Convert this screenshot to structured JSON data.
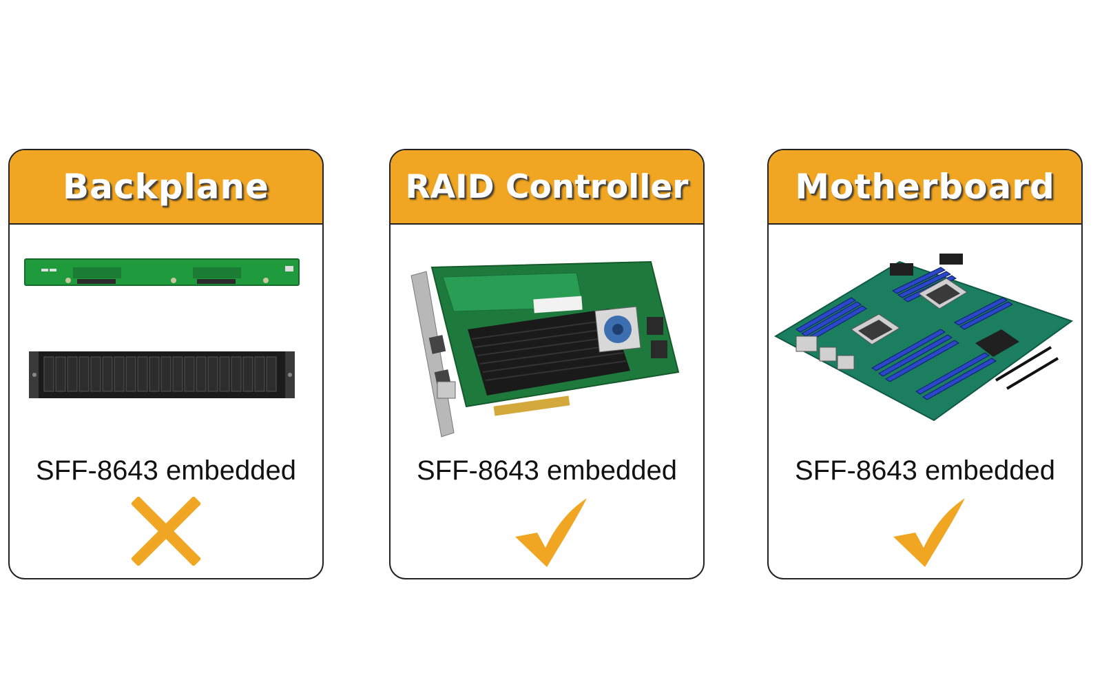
{
  "colors": {
    "header": "#f0a623",
    "mark": "#f0a623",
    "border": "#222222"
  },
  "cards": [
    {
      "title": "Backplane",
      "caption": "SFF-8643 embedded",
      "status_icon": "cross-icon",
      "supported": false
    },
    {
      "title": "RAID Controller",
      "caption": "SFF-8643 embedded",
      "status_icon": "check-icon",
      "supported": true
    },
    {
      "title": "Motherboard",
      "caption": "SFF-8643 embedded",
      "status_icon": "check-icon",
      "supported": true
    }
  ]
}
